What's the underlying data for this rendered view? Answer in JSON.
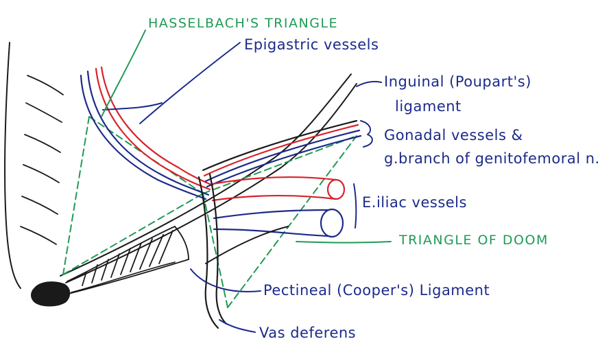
{
  "colors": {
    "blue": "#1c2a8a",
    "green": "#1f9a55",
    "red": "#d8232a",
    "black": "#1a1a1a",
    "background": "#ffffff"
  },
  "labels": {
    "hasselbach": "HASSELBACH'S TRIANGLE",
    "epigastric": "Epigastric vessels",
    "inguinal_line1": "Inguinal (Poupart's)",
    "inguinal_line2": "ligament",
    "gonadal_line1": "Gonadal vessels &",
    "gonadal_line2": "g.branch of genitofemoral n.",
    "eiliac": "E.iliac vessels",
    "doom": "TRIANGLE OF DOOM",
    "pectineal": "Pectineal (Cooper's) Ligament",
    "vas": "Vas deferens"
  }
}
